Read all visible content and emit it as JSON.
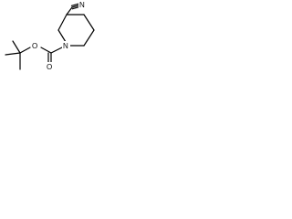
{
  "molecule": {
    "atoms": {
      "N_nitrile": "N",
      "N_ring": "N",
      "O_carbonyl": "O",
      "O_ester": "O"
    },
    "colors": {
      "background": "#ffffff",
      "ink": "#000000"
    }
  }
}
